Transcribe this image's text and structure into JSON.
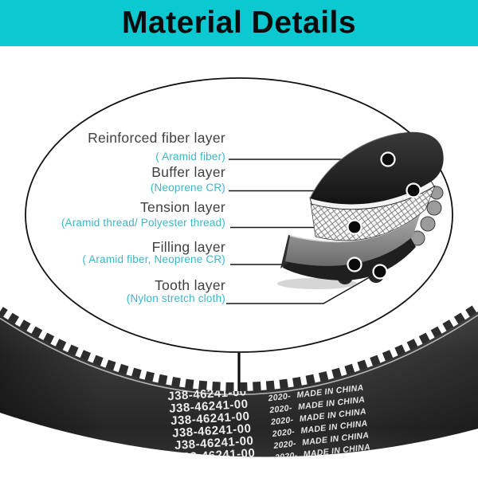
{
  "header": {
    "title": "Material Details"
  },
  "colors": {
    "header_bg": "#0cc8d1",
    "accent_text": "#3cb6c6",
    "label_text": "#3f3f3f"
  },
  "layers": [
    {
      "name": "Reinforced fiber layer",
      "material": "( Aramid fiber)"
    },
    {
      "name": "Buffer layer",
      "material": "(Neoprene CR)"
    },
    {
      "name": "Tension layer",
      "material": "(Aramid thread/ Polyester thread)"
    },
    {
      "name": "Filling layer",
      "material": "( Aramid fiber, Neoprene CR)"
    },
    {
      "name": "Tooth layer",
      "material": "(Nylon stretch cloth)"
    }
  ],
  "belt_markings": {
    "part_number": "J38-46241-00",
    "year_code": "2020-",
    "origin": "MADE IN CHINA"
  }
}
